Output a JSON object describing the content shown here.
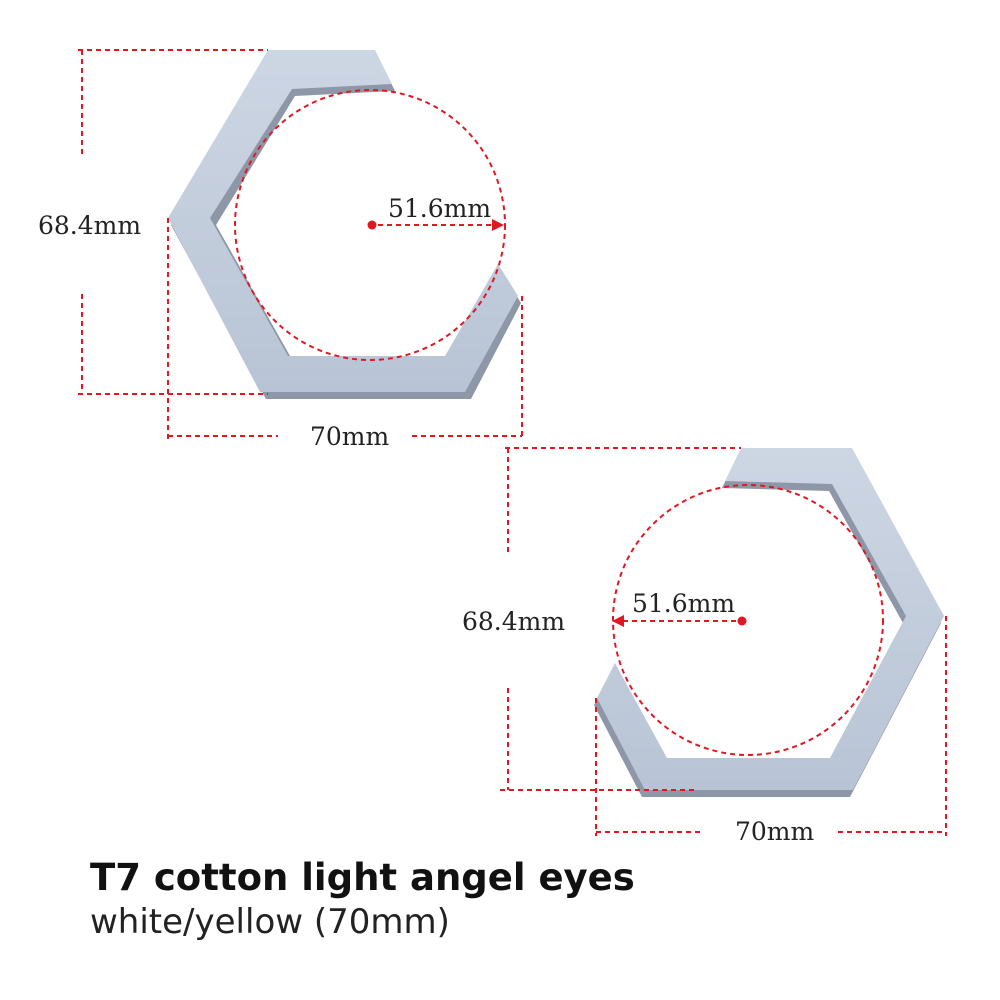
{
  "product": {
    "title": "T7 cotton light angel eyes",
    "subtitle": "white/yellow (70mm)"
  },
  "colors": {
    "ring_fill": "#c3cedd",
    "ring_shadow": "#8e97a8",
    "dimension_line": "#e01822",
    "text": "#222222"
  },
  "rings": [
    {
      "height_label": "68.4mm",
      "width_label": "70mm",
      "radius_label": "51.6mm"
    },
    {
      "height_label": "68.4mm",
      "width_label": "70mm",
      "radius_label": "51.6mm"
    }
  ]
}
